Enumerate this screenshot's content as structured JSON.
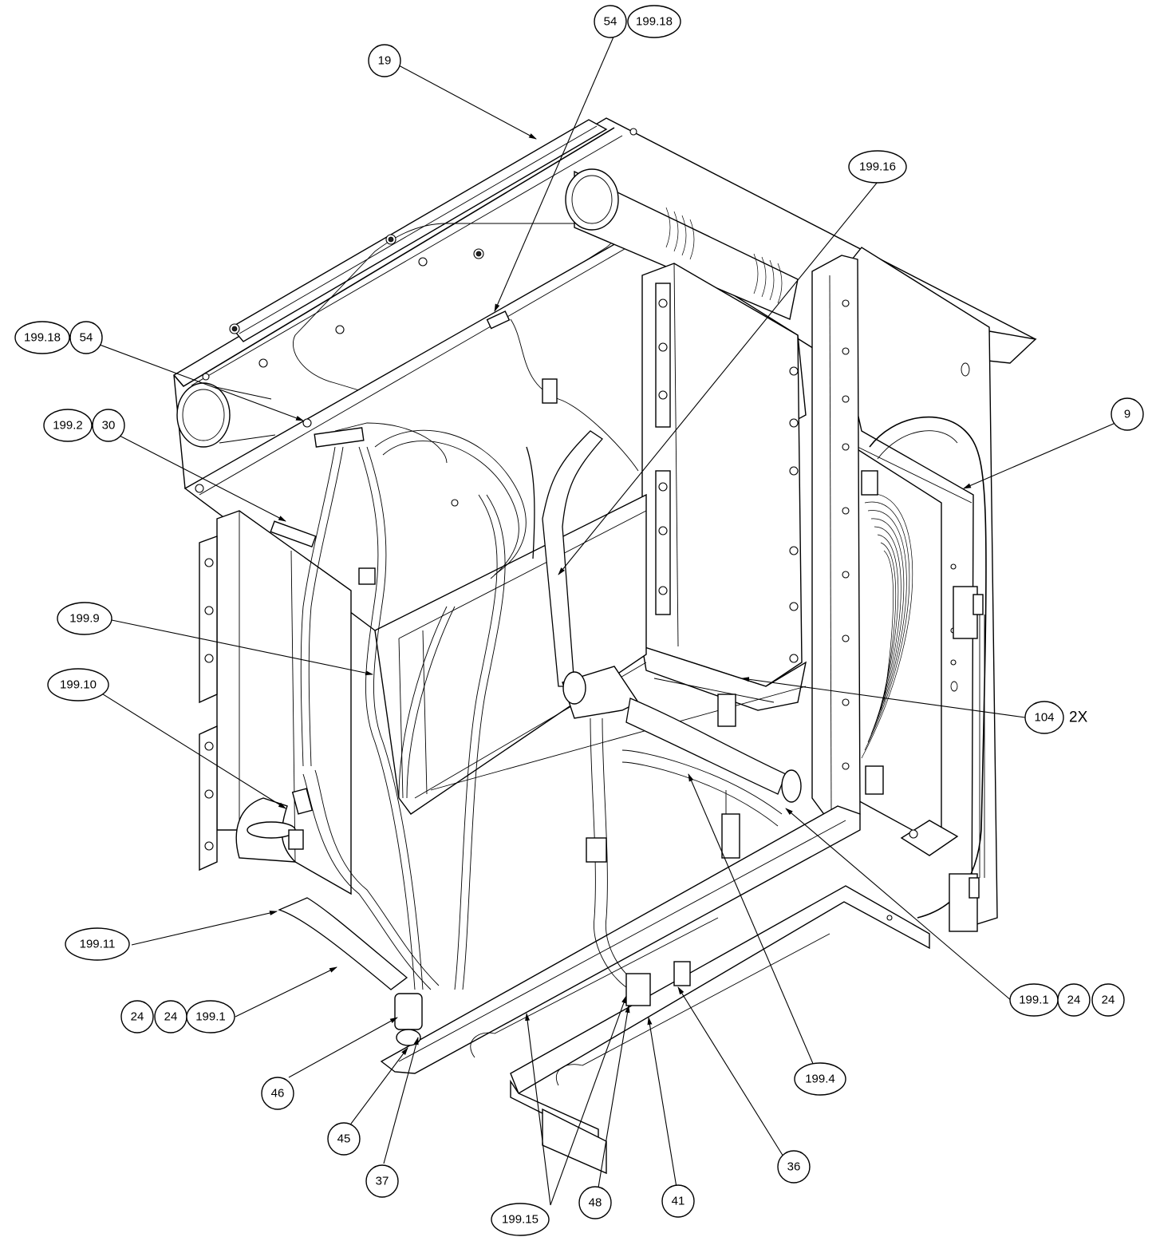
{
  "callouts": [
    {
      "id": "c19",
      "texts": [
        "19"
      ]
    },
    {
      "id": "c54a",
      "texts": [
        "54",
        "199.18"
      ]
    },
    {
      "id": "c199_16",
      "texts": [
        "199.16"
      ]
    },
    {
      "id": "c199_18b",
      "texts": [
        "199.18",
        "54"
      ]
    },
    {
      "id": "c199_2",
      "texts": [
        "199.2",
        "30"
      ]
    },
    {
      "id": "c9",
      "texts": [
        "9"
      ]
    },
    {
      "id": "c199_9",
      "texts": [
        "199.9"
      ]
    },
    {
      "id": "c199_10",
      "texts": [
        "199.10"
      ]
    },
    {
      "id": "c104",
      "texts": [
        "104"
      ],
      "suffix": "2X"
    },
    {
      "id": "c199_11",
      "texts": [
        "199.11"
      ]
    },
    {
      "id": "c24l",
      "texts": [
        "24",
        "24",
        "199.1"
      ]
    },
    {
      "id": "c199_1r",
      "texts": [
        "199.1",
        "24",
        "24"
      ]
    },
    {
      "id": "c46",
      "texts": [
        "46"
      ]
    },
    {
      "id": "c45",
      "texts": [
        "45"
      ]
    },
    {
      "id": "c37",
      "texts": [
        "37"
      ]
    },
    {
      "id": "c199_4",
      "texts": [
        "199.4"
      ]
    },
    {
      "id": "c48",
      "texts": [
        "48"
      ]
    },
    {
      "id": "c41",
      "texts": [
        "41"
      ]
    },
    {
      "id": "c36",
      "texts": [
        "36"
      ]
    },
    {
      "id": "c199_15",
      "texts": [
        "199.15"
      ]
    }
  ]
}
